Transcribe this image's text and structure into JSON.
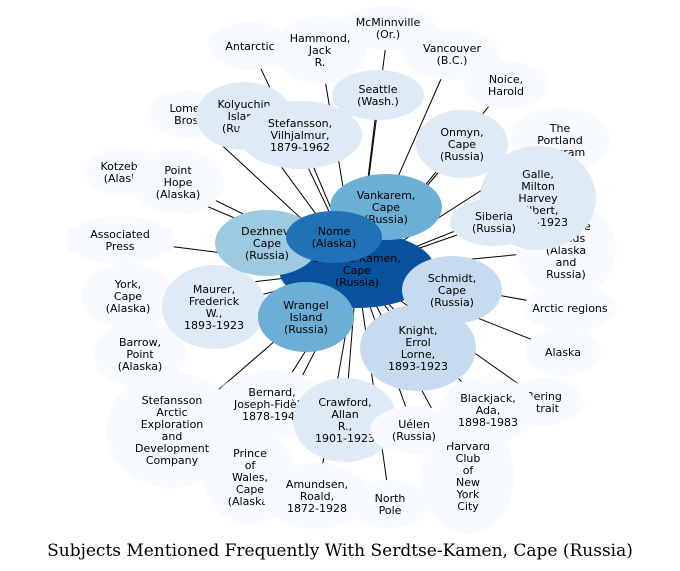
{
  "title": "Subjects Mentioned Frequently With Serdtse-Kamen, Cape (Russia)",
  "center": "Serdtse-Kamen, Cape (Russia)",
  "nodes": [
    {
      "id": "antarctic",
      "lines": [
        "Antarctic"
      ]
    },
    {
      "id": "hammond",
      "lines": [
        "Hammond,",
        "Jack",
        "R."
      ]
    },
    {
      "id": "mcminnville",
      "lines": [
        "McMinnville",
        "(Or.)"
      ]
    },
    {
      "id": "vancouver",
      "lines": [
        "Vancouver",
        "(B.C.)"
      ]
    },
    {
      "id": "noice",
      "lines": [
        "Noice,",
        "Harold"
      ]
    },
    {
      "id": "seattle",
      "lines": [
        "Seattle",
        "(Wash.)"
      ]
    },
    {
      "id": "lomen",
      "lines": [
        "Lomen",
        "Bros."
      ]
    },
    {
      "id": "kolyuchin",
      "lines": [
        "Kolyuchin",
        "Island",
        "(Russia)"
      ]
    },
    {
      "id": "stefansson_v",
      "lines": [
        "Stefansson,",
        "Vilhjalmur,",
        "1879-1962"
      ]
    },
    {
      "id": "onmyn",
      "lines": [
        "Onmyn,",
        "Cape",
        "(Russia)"
      ]
    },
    {
      "id": "portland",
      "lines": [
        "The",
        "Portland",
        "Telegram"
      ]
    },
    {
      "id": "kotzebue",
      "lines": [
        "Kotzebue",
        "(Alaska)"
      ]
    },
    {
      "id": "pointhope",
      "lines": [
        "Point",
        "Hope",
        "(Alaska)"
      ]
    },
    {
      "id": "galle",
      "lines": [
        "Galle,",
        "Milton",
        "Harvey",
        "Gilbert,",
        "1900-1923"
      ]
    },
    {
      "id": "associated",
      "lines": [
        "Associated",
        "Press"
      ]
    },
    {
      "id": "dezhnev",
      "lines": [
        "Dezhnev,",
        "Cape",
        "(Russia)"
      ]
    },
    {
      "id": "nome",
      "lines": [
        "Nome",
        "(Alaska)"
      ]
    },
    {
      "id": "vankarem",
      "lines": [
        "Vankarem,",
        "Cape",
        "(Russia)"
      ]
    },
    {
      "id": "siberia",
      "lines": [
        "Siberia",
        "(Russia)"
      ]
    },
    {
      "id": "diomede",
      "lines": [
        "Diomede",
        "Islands",
        "(Alaska",
        "and",
        "Russia)"
      ]
    },
    {
      "id": "york",
      "lines": [
        "York,",
        "Cape",
        "(Alaska)"
      ]
    },
    {
      "id": "maurer",
      "lines": [
        "Maurer,",
        "Frederick",
        "W.,",
        "1893-1923"
      ]
    },
    {
      "id": "schmidt",
      "lines": [
        "Schmidt,",
        "Cape",
        "(Russia)"
      ]
    },
    {
      "id": "arctic",
      "lines": [
        "Arctic regions"
      ]
    },
    {
      "id": "wrangel",
      "lines": [
        "Wrangel",
        "Island",
        "(Russia)"
      ]
    },
    {
      "id": "knight",
      "lines": [
        "Knight,",
        "Errol",
        "Lorne,",
        "1893-1923"
      ]
    },
    {
      "id": "barrow",
      "lines": [
        "Barrow,",
        "Point",
        "(Alaska)"
      ]
    },
    {
      "id": "alaska",
      "lines": [
        "Alaska"
      ]
    },
    {
      "id": "stefansson_arctic",
      "lines": [
        "Stefansson",
        "Arctic",
        "Exploration",
        "and",
        "Development",
        "Company"
      ]
    },
    {
      "id": "bernard",
      "lines": [
        "Bernard,",
        "Joseph-Fidèle,",
        "1878-1943"
      ]
    },
    {
      "id": "crawford",
      "lines": [
        "Crawford,",
        "Allan",
        "R.,",
        "1901-1923"
      ]
    },
    {
      "id": "blackjack",
      "lines": [
        "Blackjack,",
        "Ada,",
        "1898-1983"
      ]
    },
    {
      "id": "bering",
      "lines": [
        "Bering",
        "Strait"
      ]
    },
    {
      "id": "uelen",
      "lines": [
        "Uélen",
        "(Russia)"
      ]
    },
    {
      "id": "harvard",
      "lines": [
        "Harvard",
        "Club",
        "of",
        "New",
        "York",
        "City"
      ]
    },
    {
      "id": "prince",
      "lines": [
        "Prince",
        "of",
        "Wales,",
        "Cape",
        "(Alaska)"
      ]
    },
    {
      "id": "amundsen",
      "lines": [
        "Amundsen,",
        "Roald,",
        "1872-1928"
      ]
    },
    {
      "id": "northpole",
      "lines": [
        "North",
        "Pole"
      ]
    }
  ]
}
